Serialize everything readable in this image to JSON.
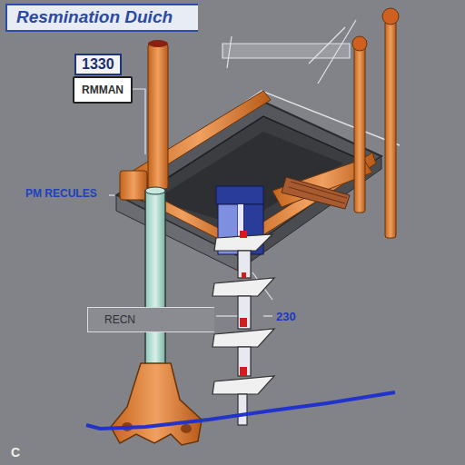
{
  "diagram": {
    "title": "Resmination Duich",
    "nodes": [
      {
        "text": [
          "1330"
        ]
      },
      {
        "text": [
          "RMMAN"
        ]
      },
      {
        "text": [
          "RECN"
        ]
      }
    ],
    "labels": [
      "PM RECULES",
      "230",
      "C"
    ]
  }
}
